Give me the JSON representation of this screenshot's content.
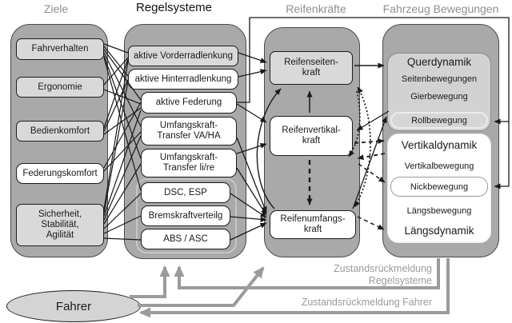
{
  "headers": {
    "ziele": "Ziele",
    "regelsysteme": "Regelsysteme",
    "reifenkraefte": "Reifenkräfte",
    "fahrzeug_bewegungen": "Fahrzeug Bewegungen"
  },
  "ziele": {
    "fahrverhalten": "Fahrverhalten",
    "ergonomie": "Ergonomie",
    "bedienkomfort": "Bedienkomfort",
    "federungskomfort": "Federungskomfort",
    "sicherheit": {
      "line1": "Sicherheit,",
      "line2": "Stabilität,",
      "line3": "Agilität"
    }
  },
  "regelsysteme": {
    "vorderradlenkung": "aktive Vorderradlenkung",
    "hinterradlenkung": "aktive Hinterradlenkung",
    "federung": "aktive Federung",
    "uk_vaha": {
      "line1": "Umfangskraft-",
      "line2": "Transfer VA/HA"
    },
    "uk_lire": {
      "line1": "Umfangskraft-",
      "line2": "Transfer li/re"
    },
    "dsc_esp": "DSC, ESP",
    "bremskraftverteilg": "Bremskraftverteilg",
    "abs_asc": "ABS / ASC"
  },
  "reifenkraefte": {
    "seitenkraft": {
      "line1": "Reifenseiten-",
      "line2": "kraft"
    },
    "vertikalkraft": {
      "line1": "Reifenvertikal-",
      "line2": "kraft"
    },
    "umfangskraft": {
      "line1": "Reifenumfangs-",
      "line2": "kraft"
    }
  },
  "fahrzeug": {
    "querdynamik": "Querdynamik",
    "seitenbewegungen": "Seitenbewegungen",
    "gierbewegung": "Gierbewegung",
    "rollbewegung": "Rollbewegung",
    "vertikaldynamik": "Vertikaldynamik",
    "vertikalbewegung": "Vertikalbewegung",
    "nickbewegung": "Nickbewegung",
    "laengsbewegung": "Längsbewegung",
    "laengsdynamik": "Längsdynamik"
  },
  "feedback": {
    "zustand_regel_line1": "Zustandsrückmeldung",
    "zustand_regel_line2": "Regelsysteme",
    "zustand_fahrer": "Zustandsrückmeldung Fahrer"
  },
  "fahrer": "Fahrer",
  "colors": {
    "column_fill": "#a9a9a9",
    "box_gray": "#d9d9d9",
    "zone_gray": "#d2d2d2",
    "feedback_gray": "#9b9b9b",
    "header_gray": "#8f8f8f",
    "line_black": "#1a1a1a"
  }
}
